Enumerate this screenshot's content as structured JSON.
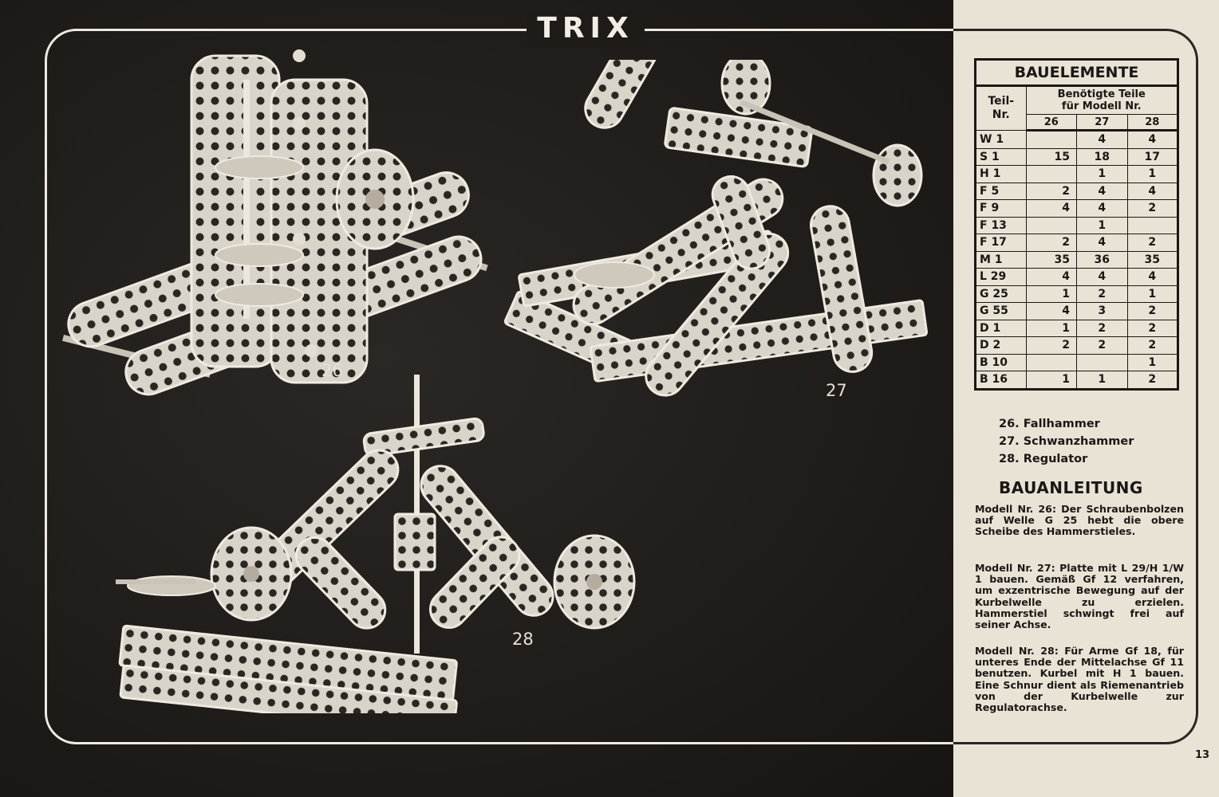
{
  "header": {
    "brand": "TRIX"
  },
  "models": [
    {
      "number": "26",
      "name": "Fallhammer"
    },
    {
      "number": "27",
      "name": "Schwanzhammer"
    },
    {
      "number": "28",
      "name": "Regulator"
    }
  ],
  "model_list": [
    "26. Fallhammer",
    "27. Schwanzhammer",
    "28. Regulator"
  ],
  "parts_table": {
    "title": "BAUELEMENTE",
    "part_header": "Teil-\nNr.",
    "needed_header": "Benötigte Teile\nfür Modell Nr.",
    "model_columns": [
      "26",
      "27",
      "28"
    ],
    "rows": [
      {
        "part": "W 1",
        "values": [
          "",
          "4",
          "4"
        ]
      },
      {
        "part": "S 1",
        "values": [
          "15",
          "18",
          "17"
        ]
      },
      {
        "part": "H 1",
        "values": [
          "",
          "1",
          "1"
        ]
      },
      {
        "part": "F 5",
        "values": [
          "2",
          "4",
          "4"
        ]
      },
      {
        "part": "F 9",
        "values": [
          "4",
          "4",
          "2"
        ]
      },
      {
        "part": "F 13",
        "values": [
          "",
          "1",
          ""
        ]
      },
      {
        "part": "F 17",
        "values": [
          "2",
          "4",
          "2"
        ]
      },
      {
        "part": "M 1",
        "values": [
          "35",
          "36",
          "35"
        ]
      },
      {
        "part": "L 29",
        "values": [
          "4",
          "4",
          "4"
        ]
      },
      {
        "part": "G 25",
        "values": [
          "1",
          "2",
          "1"
        ]
      },
      {
        "part": "G 55",
        "values": [
          "4",
          "3",
          "2"
        ]
      },
      {
        "part": "D 1",
        "values": [
          "1",
          "2",
          "2"
        ]
      },
      {
        "part": "D 2",
        "values": [
          "2",
          "2",
          "2"
        ]
      },
      {
        "part": "B 10",
        "values": [
          "",
          "",
          "1"
        ]
      },
      {
        "part": "B 16",
        "values": [
          "1",
          "1",
          "2"
        ]
      }
    ]
  },
  "instructions": {
    "title": "BAUANLEITUNG",
    "paragraphs": [
      "Modell Nr. 26: Der Schraubenbolzen auf Welle G 25 hebt die obere Scheibe des Hammerstieles.",
      "Modell Nr. 27: Platte mit L 29/H 1/W 1 bauen. Gemäß Gf 12 verfahren, um exzentrische Bewegung auf der Kurbelwelle zu erzielen. Hammerstiel schwingt frei auf seiner Achse.",
      "Modell Nr. 28: Für Arme Gf 18, für unteres Ende der Mittelachse Gf 11 benutzen. Kurbel mit H 1 bauen. Eine Schnur dient als Riemenantrieb von der Kurbelwelle zur Regulatorachse."
    ]
  },
  "page_number": "13",
  "colors": {
    "dark_background": "#1e1b18",
    "paper": "#e9e3d6",
    "ink": "#1a1714",
    "metal": "#d8d3c8"
  }
}
